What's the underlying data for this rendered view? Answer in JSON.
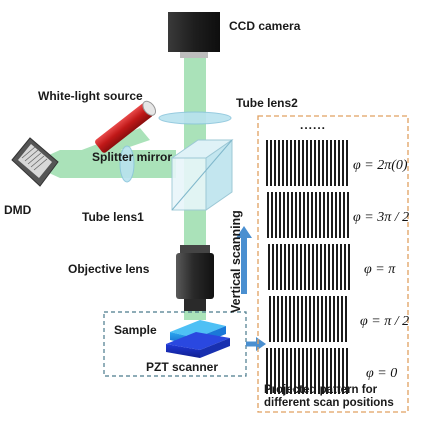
{
  "labels": {
    "ccd_camera": "CCD  camera",
    "white_light": "White-light source",
    "tube_lens2": "Tube lens2",
    "splitter_mirror": "Splitter mirror",
    "dmd": "DMD",
    "tube_lens1": "Tube lens1",
    "objective_lens": "Objective lens",
    "sample": "Sample",
    "pzt_scanner": "PZT scanner",
    "vertical_scanning": "Vertical scanning",
    "dots": "......"
  },
  "patterns": [
    {
      "phase": "φ = 2π(0)"
    },
    {
      "phase": "φ = 3π / 2"
    },
    {
      "phase": "φ = π"
    },
    {
      "phase": "φ = π / 2"
    },
    {
      "phase": "φ = 0"
    }
  ],
  "caption": {
    "line1": "Projected pattern for",
    "line2": "different scan positions"
  },
  "colors": {
    "beam": "#8ed9a2",
    "lens": "#b9e3ef",
    "dashed_border": "#e0a060",
    "sample_box_border": "#4a7a8c",
    "arrow": "#4a8fd0",
    "source_red": "#cc1f1f"
  }
}
